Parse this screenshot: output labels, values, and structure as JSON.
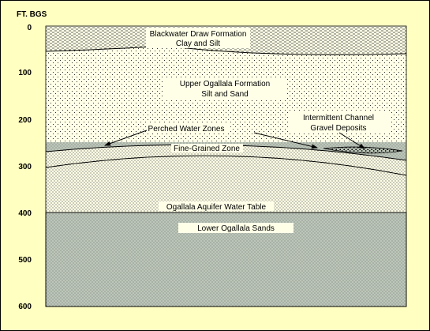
{
  "y_axis": {
    "title": "FT. BGS",
    "ticks": [
      "0",
      "100",
      "200",
      "300",
      "400",
      "500",
      "600"
    ]
  },
  "layers": {
    "blackwater": {
      "title": "Blackwater Draw Formation",
      "subtitle": "Clay and Silt"
    },
    "upper_ogallala": {
      "title": "Upper Ogallala Formation",
      "subtitle": "Silt and Sand"
    },
    "perched": {
      "title": "Perched Water Zones"
    },
    "fine_grained": {
      "title": "Fine-Grained Zone"
    },
    "channel": {
      "title": "Intermittent Channel",
      "subtitle": "Gravel Deposits"
    },
    "water_table": {
      "title": "Ogallala Aquifer Water Table"
    },
    "lower_ogallala": {
      "title": "Lower Ogallala Sands"
    }
  },
  "colors": {
    "background": "#ffffc2",
    "sediment": "#ffffe8",
    "saturated": "#bcc6b9",
    "outline": "#000000"
  }
}
